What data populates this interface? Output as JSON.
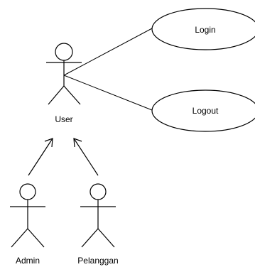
{
  "actors": {
    "user": "User",
    "admin": "Admin",
    "pelanggan": "Pelanggan"
  },
  "use_cases": {
    "login": "Login",
    "logout": "Logout"
  }
}
